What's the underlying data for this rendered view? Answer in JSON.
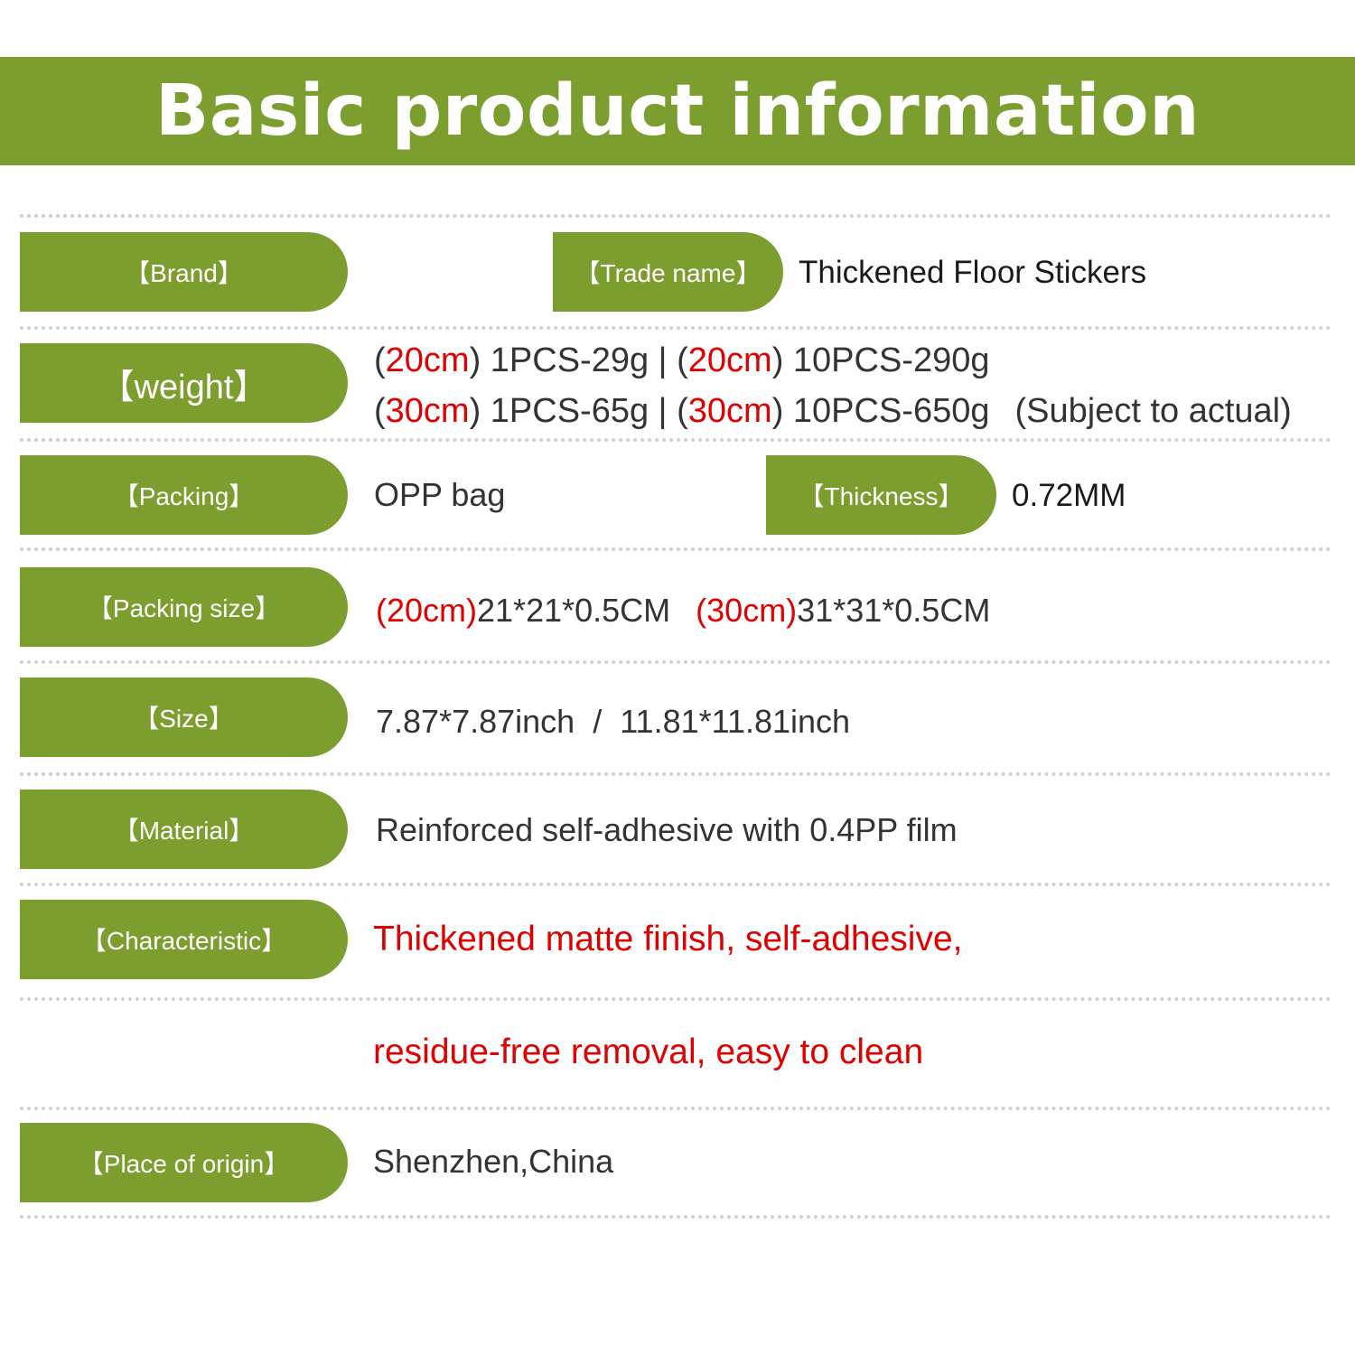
{
  "title": "Basic product information",
  "colors": {
    "accent": "#7b9e2e",
    "highlight": "#e00000",
    "text": "#333333",
    "divider": "#d0d0d0"
  },
  "rows": {
    "brand": {
      "label": "【Brand】",
      "value": ""
    },
    "trade_name": {
      "label": "【Trade name】",
      "value": "Thickened Floor Stickers"
    },
    "weight": {
      "label": "【weight】",
      "line1": {
        "tag1": "20cm",
        "mid1": " 1PCS-29g | ",
        "tag2": "20cm",
        "rest": " 10PCS-290g"
      },
      "line2": {
        "tag1": "30cm",
        "mid1": " 1PCS-65g | ",
        "tag2": "30cm",
        "rest": " 10PCS-650g",
        "note": "(Subject to actual)"
      }
    },
    "packing": {
      "label": "【Packing】",
      "value": "OPP bag"
    },
    "thickness": {
      "label": "【Thickness】",
      "value": "0.72MM"
    },
    "packing_size": {
      "label": "【Packing size】",
      "tag1": "(20cm)",
      "value1": "21*21*0.5CM",
      "tag2": "(30cm)",
      "value2": "31*31*0.5CM"
    },
    "size": {
      "label": "【Size】",
      "value": "7.87*7.87inch  /  11.81*11.81inch"
    },
    "material": {
      "label": "【Material】",
      "value": "Reinforced self-adhesive with 0.4PP film"
    },
    "characteristic": {
      "label": "【Characteristic】",
      "line1": "Thickened matte finish, self-adhesive,",
      "line2": "residue-free removal, easy to clean"
    },
    "origin": {
      "label": "【Place of origin】",
      "value": "Shenzhen,China"
    }
  }
}
